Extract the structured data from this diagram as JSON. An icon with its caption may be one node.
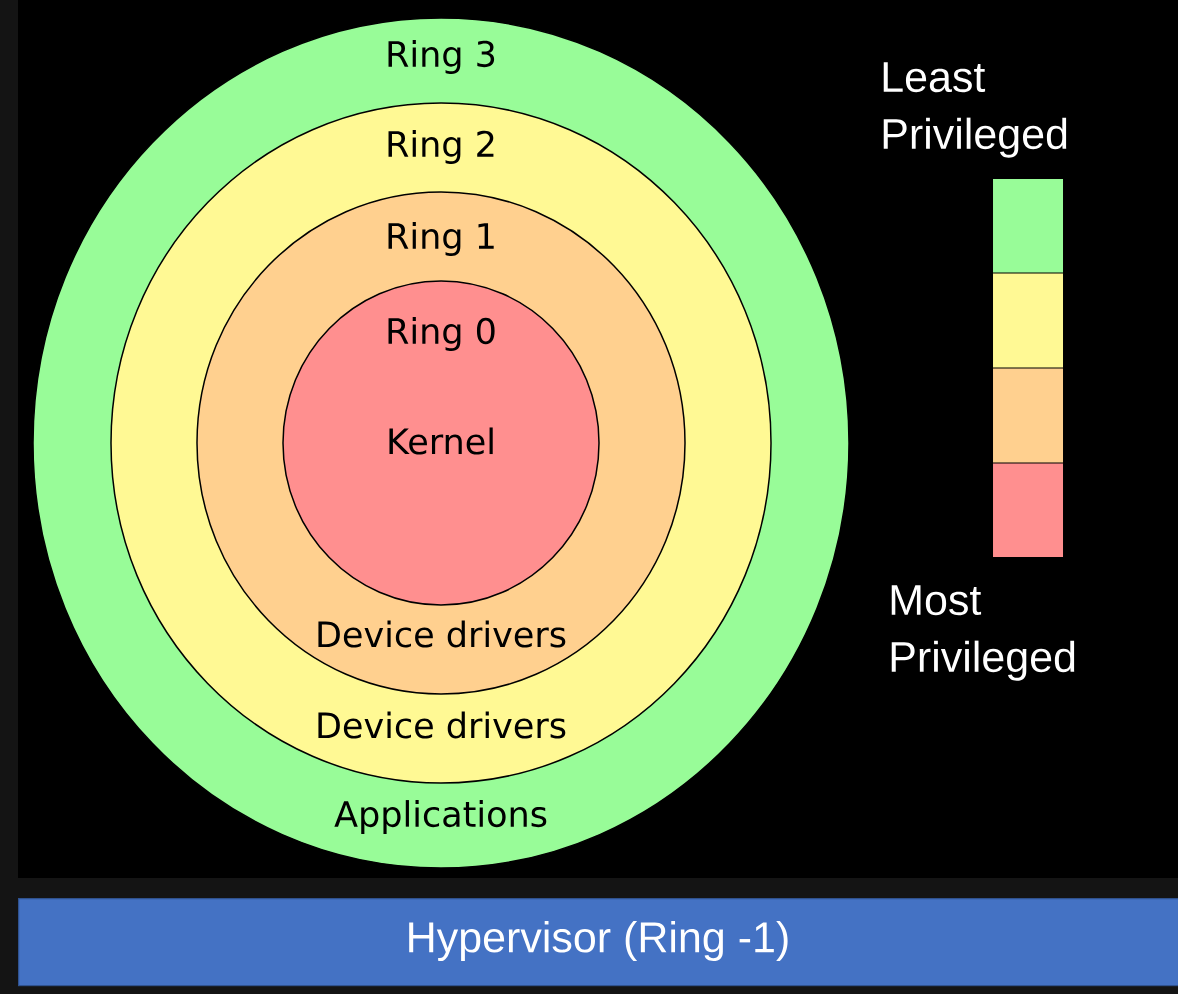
{
  "diagram": {
    "nodes": [
      {
        "text": [
          "Ring 3",
          "Applications"
        ]
      },
      {
        "text": [
          "Ring 2",
          "Device drivers"
        ],
        "in": 0
      },
      {
        "text": [
          "Ring 1",
          "Device drivers"
        ],
        "in": 1
      },
      {
        "text": [
          "Ring 0",
          "Kernel"
        ],
        "in": 2
      },
      {
        "text": [
          "Hypervisor (Ring -1)"
        ]
      }
    ],
    "labels": [
      "Least Privileged",
      "Most Privileged"
    ]
  }
}
